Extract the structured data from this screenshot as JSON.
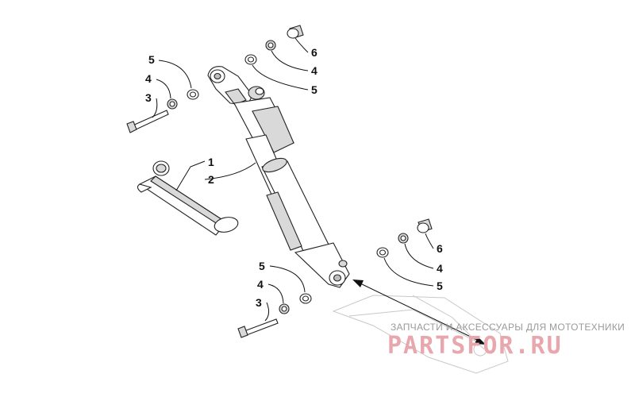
{
  "callouts": {
    "c1": "1",
    "c2": "2",
    "c3_top": "3",
    "c4_top_left": "4",
    "c5_top_left": "5",
    "c6_top": "6",
    "c4_top_right": "4",
    "c5_top_right": "5",
    "c5_bot_left": "5",
    "c4_bot_left": "4",
    "c3_bot": "3",
    "c6_bot": "6",
    "c4_bot_right": "4",
    "c5_bot_right": "5"
  },
  "watermark": {
    "caption": "ЗАПЧАСТИ И АКСЕССУАРЫ ДЛЯ МОТОТЕХНИКИ",
    "logo": "PARTSFOR.RU"
  },
  "colors": {
    "line": "#222222",
    "shade": "#d9d9d9",
    "watermark_logo": "#e8a6ad"
  }
}
